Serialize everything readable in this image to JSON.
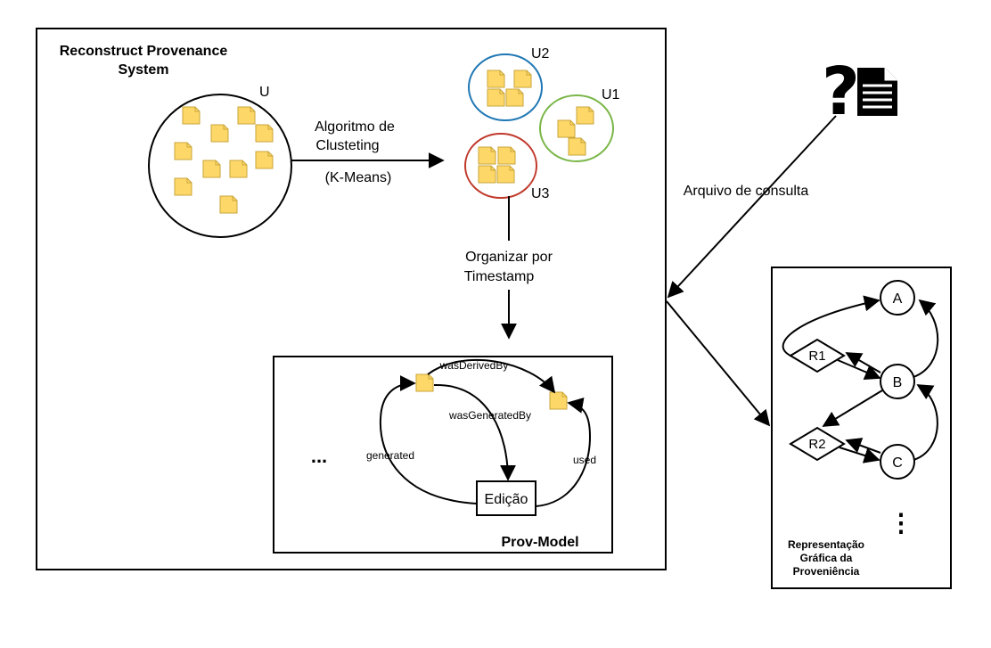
{
  "main_box": {
    "title_line1": "Reconstruct Provenance",
    "title_line2": "System"
  },
  "cluster_all": {
    "label": "U"
  },
  "clusters": [
    {
      "label": "U2",
      "color": "#1f77b4"
    },
    {
      "label": "U1",
      "color": "#7ab648"
    },
    {
      "label": "U3",
      "color": "#c0392b"
    }
  ],
  "clustering_arrow": {
    "line1": "Algoritmo de",
    "line2": "Clusteting",
    "line3": "(K-Means)"
  },
  "organize_arrow": {
    "line1": "Organizar por",
    "line2": "Timestamp"
  },
  "prov_model": {
    "title": "Prov-Model",
    "edges": {
      "derived": "wasDerivedBy",
      "generated_by": "wasGeneratedBy",
      "generated": "generated",
      "used": "used"
    },
    "activity": "Edição",
    "ellipsis": "..."
  },
  "query": {
    "icon": "question-document-icon",
    "label": "Arquivo de consulta"
  },
  "graph_box": {
    "nodes": {
      "a": "A",
      "b": "B",
      "c": "C",
      "r1": "R1",
      "r2": "R2"
    },
    "ellipsis": "⋮",
    "caption_line1": "Representação",
    "caption_line2": "Gráfica da",
    "caption_line3": "Proveniência"
  },
  "colors": {
    "note_fill": "#fdd868",
    "note_stroke": "#c9a43a"
  }
}
